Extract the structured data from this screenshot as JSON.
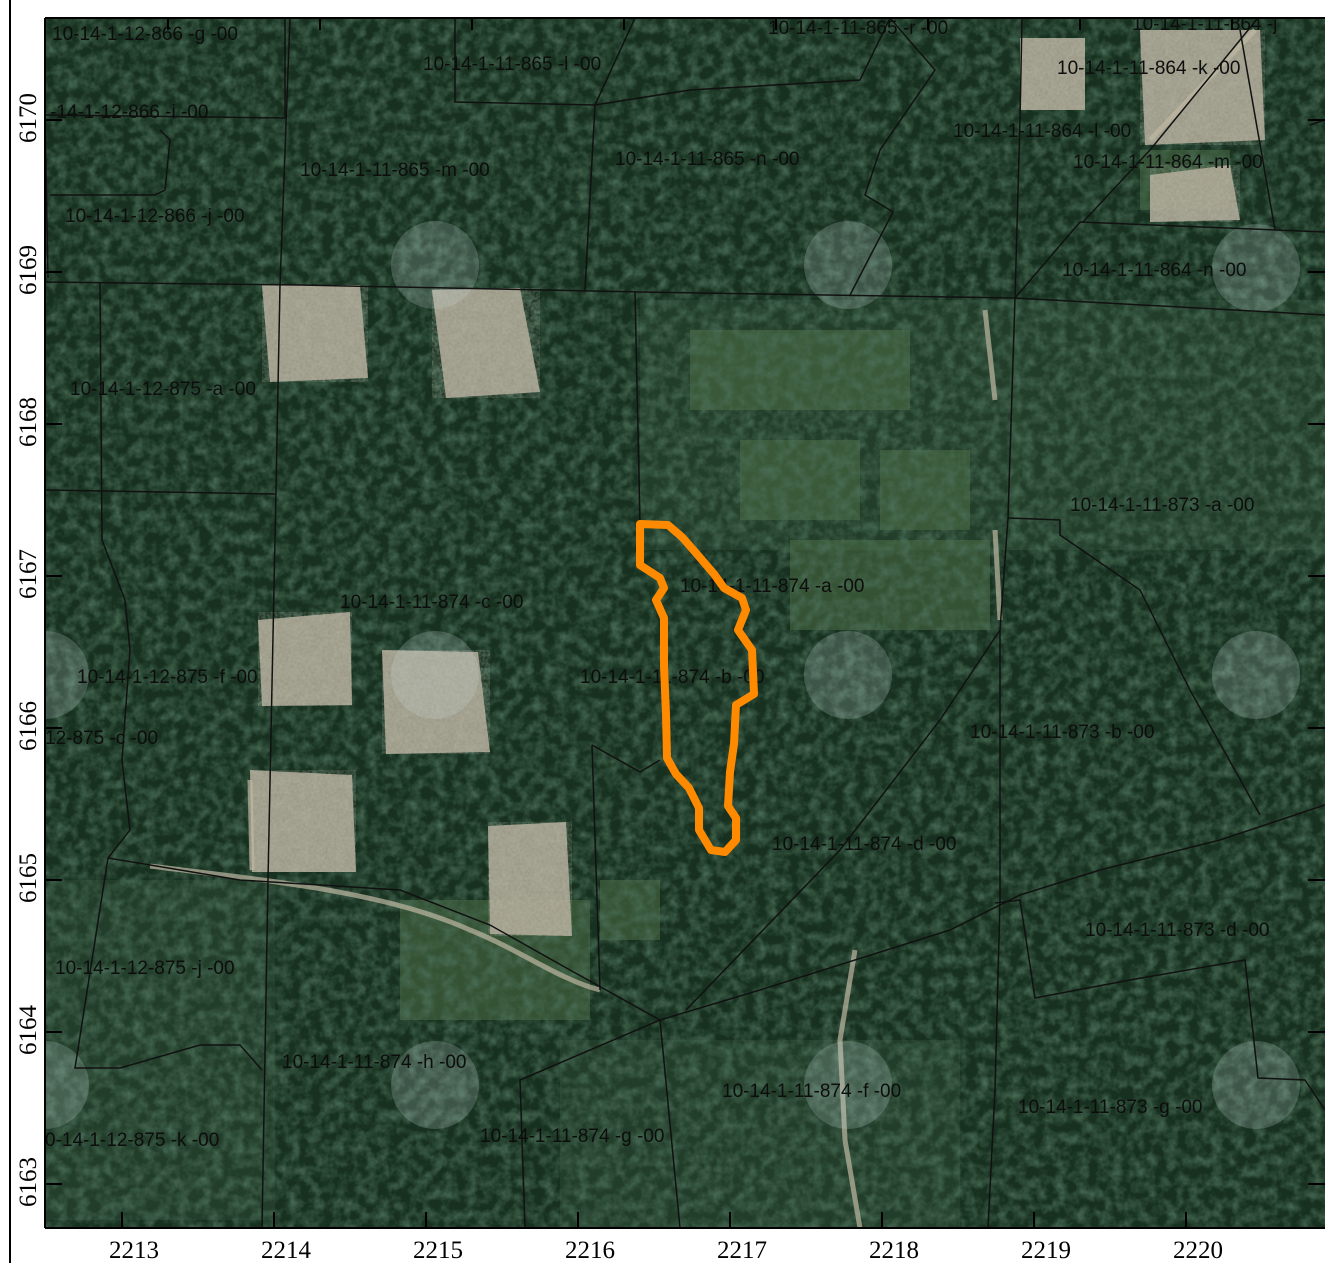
{
  "colors": {
    "imagery_base": "#1f3a2c",
    "forest_dark": "#17301f",
    "forest_mid": "#2b4a33",
    "clearcut": "#b3ab99",
    "meadow": "#4f6f45",
    "parcel_line": "#111111",
    "highlight": "#ff8a00",
    "haze": "#cfdde0"
  },
  "x_axis": {
    "ticks": [
      "2213",
      "2214",
      "2215",
      "2216",
      "2217",
      "2218",
      "2219",
      "2220"
    ]
  },
  "y_axis": {
    "ticks": [
      "6170",
      "6169",
      "6168",
      "6167",
      "6166",
      "6165",
      "6164",
      "6163"
    ]
  },
  "parcels": [
    "10-14-1-12-866 -g -00",
    "10-14-1-11-865 -l -00",
    "10-14-1-11-865 -r -00",
    "10-14-1-11-864 -j",
    "10-14-1-11-864 -k -00",
    "-14-1-12-866 -i -00",
    "10-14-1-11-864 -l -00",
    "10-14-1-11-865 -n -00",
    "10-14-1-11-864 -m -00",
    "10-14-1-11-865 -m -00",
    "10-14-1-12-866 -j -00",
    "10-14-1-11-864 -n -00",
    "10-14-1-12-875 -a -00",
    "10-14-1-11-873 -a -00",
    "10-14-1-11-874 -a -00",
    "10-14-1-11-874 -c -00",
    "10-14-1-12-875 -f -00",
    "10-14-1-11-874 -b -00",
    "12-875 -c -00",
    "10-14-1-11-873 -b -00",
    "10-14-1-11-874 -d -00",
    "10-14-1-11-873 -d -00",
    "10-14-1-12-875 -j -00",
    "10-14-1-11-874 -h -00",
    "10-14-1-11-874 -f -00",
    "10-14-1-11-873 -g -00",
    "0-14-1-12-875 -k -00",
    "10-14-1-11-874 -g -00"
  ]
}
